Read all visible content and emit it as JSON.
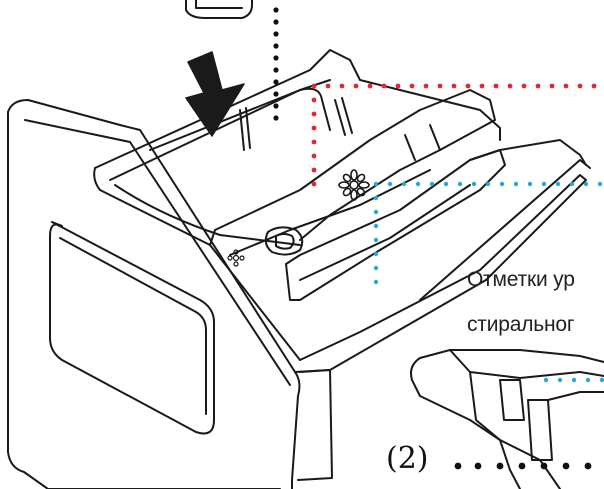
{
  "annotation": {
    "lines": [
      "Отметки ур",
      "стиральног"
    ],
    "callout": "(2)"
  },
  "colors": {
    "outline": "#1a1a1a",
    "red_dots": "#e0282e",
    "blue_dots": "#2aa6dc",
    "black_dots": "#111111"
  },
  "icons": [
    "down-arrow-icon",
    "flower-vent-icon"
  ]
}
